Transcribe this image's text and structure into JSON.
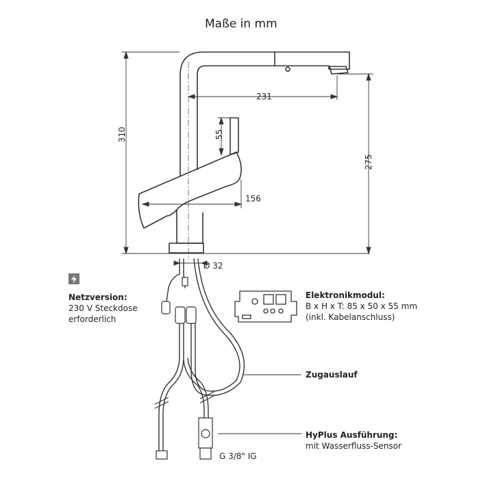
{
  "title": "Maße in mm",
  "dimensions": {
    "spout_reach": "231",
    "height_total": "310",
    "height_outlet": "275",
    "lever_height": "55",
    "lever_depth": "156",
    "hole_diameter": "Ø 32"
  },
  "power": {
    "icon": "lightning-icon",
    "heading": "Netzversion:",
    "line1": "230 V Steckdose",
    "line2": "erforderlich"
  },
  "module": {
    "heading": "Elektronikmodul:",
    "line1": "B x H x T: 85 x 50 x 55 mm",
    "line2": "(inkl. Kabelanschluss)"
  },
  "labels": {
    "pullout": "Zugauslauf",
    "hyplus_heading": "HyPlus Ausführung:",
    "hyplus_sub": "mit Wasserfluss-Sensor",
    "thread": "G 3/8\" IG"
  }
}
